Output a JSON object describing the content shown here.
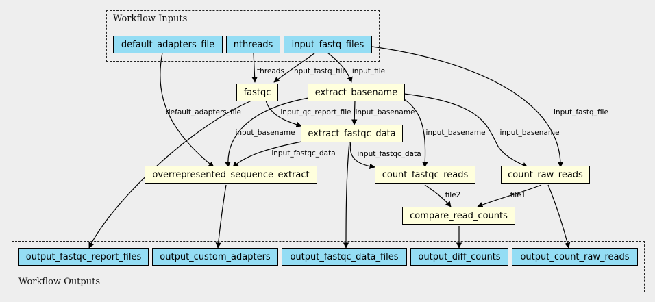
{
  "clusters": {
    "inputs_title": "Workflow Inputs",
    "outputs_title": "Workflow Outputs"
  },
  "nodes": {
    "default_adapters_file": "default_adapters_file",
    "nthreads": "nthreads",
    "input_fastq_files": "input_fastq_files",
    "fastqc": "fastqc",
    "extract_basename": "extract_basename",
    "extract_fastqc_data": "extract_fastqc_data",
    "overrepresented_sequence_extract": "overrepresented_sequence_extract",
    "count_fastqc_reads": "count_fastqc_reads",
    "count_raw_reads": "count_raw_reads",
    "compare_read_counts": "compare_read_counts",
    "output_fastqc_report_files": "output_fastqc_report_files",
    "output_custom_adapters": "output_custom_adapters",
    "output_fastqc_data_files": "output_fastqc_data_files",
    "output_diff_counts": "output_diff_counts",
    "output_count_raw_reads": "output_count_raw_reads"
  },
  "edge_labels": {
    "threads": "threads",
    "input_fastq_file_fastqc": "input_fastq_file",
    "input_file": "input_file",
    "default_adapters_file": "default_adapters_file",
    "input_qc_report_file": "input_qc_report_file",
    "input_basename_extract": "input_basename",
    "input_basename_overrep": "input_basename",
    "input_basename_count_fastqc": "input_basename",
    "input_basename_count_raw": "input_basename",
    "input_fastq_file_count_raw": "input_fastq_file",
    "input_fastqc_data_overrep": "input_fastqc_data",
    "input_fastqc_data_count": "input_fastqc_data",
    "file2": "file2",
    "file1": "file1"
  },
  "colors": {
    "io_fill": "#94ddf4",
    "step_fill": "#ffffdd",
    "background": "#eeeeee"
  }
}
